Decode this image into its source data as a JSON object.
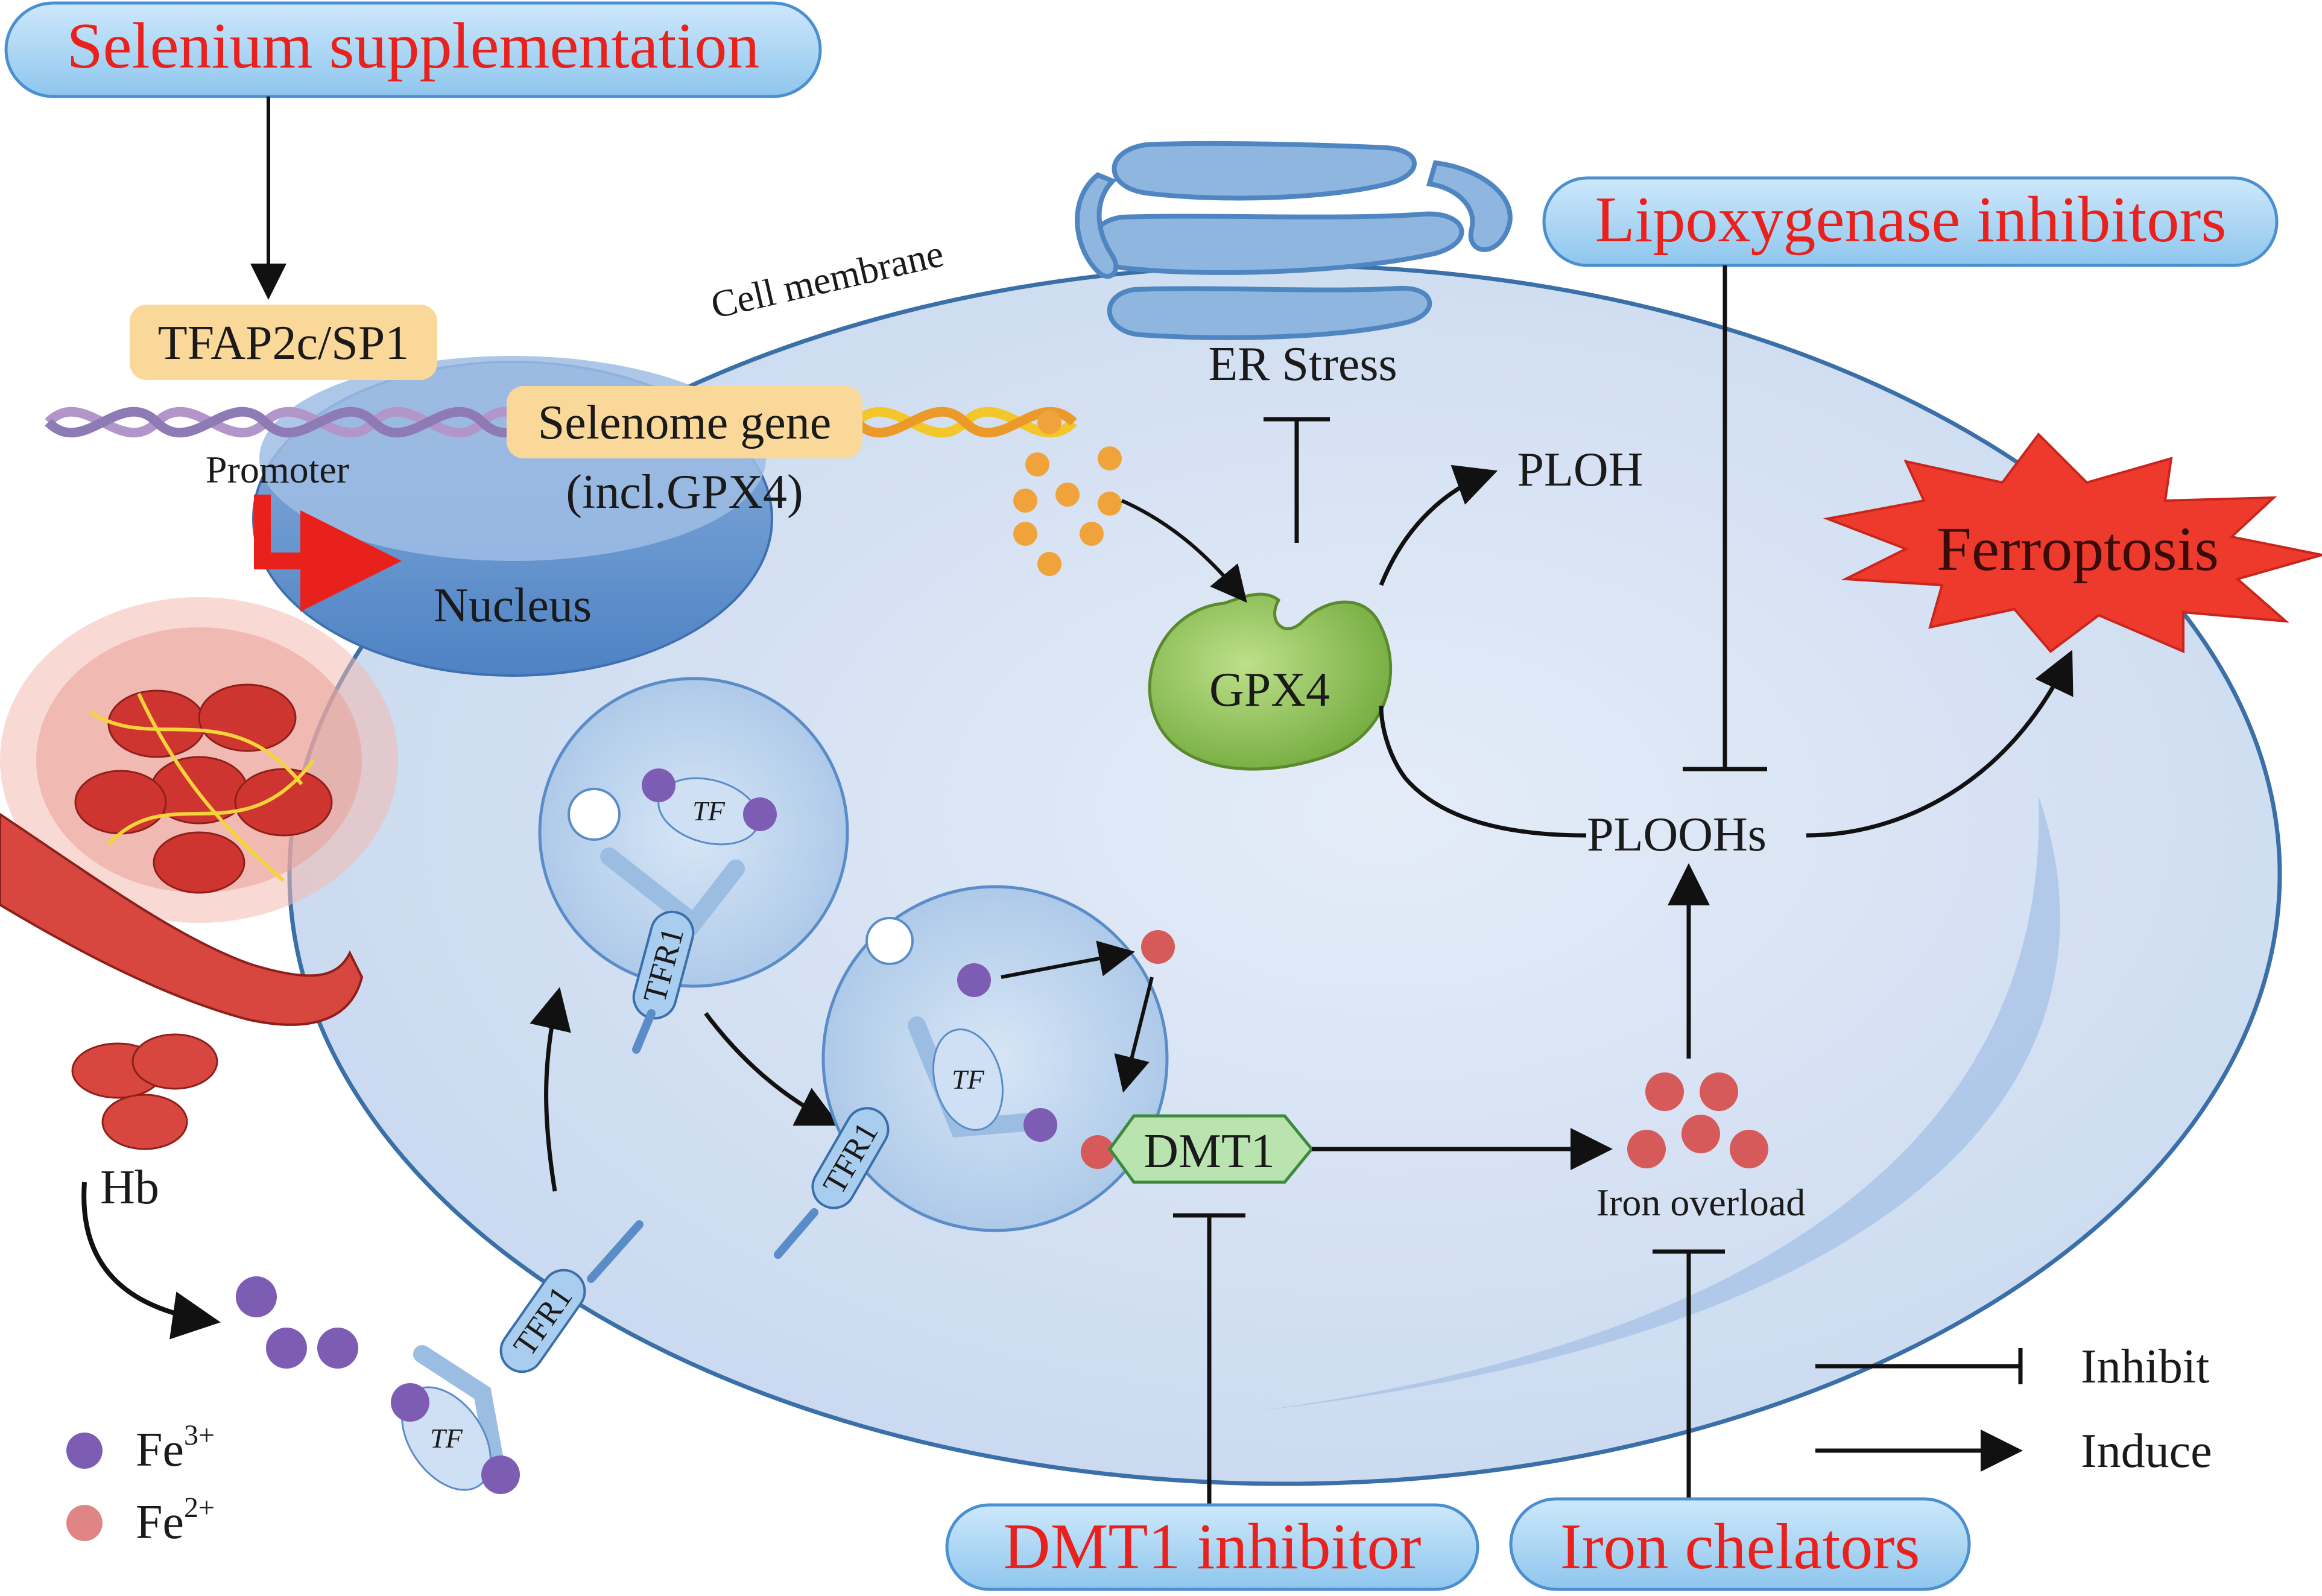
{
  "diagram": {
    "treatments": {
      "selenium": "Selenium supplementation",
      "lipoxygenase": "Lipoxygenase inhibitors",
      "dmt1_inhibitor": "DMT1 inhibitor",
      "iron_chelators": "Iron chelators"
    },
    "labels": {
      "cell_membrane": "Cell membrane",
      "tfap2c": "TFAP2c/SP1",
      "selenome_gene": "Selenome gene",
      "incl_gpx4": "(incl.GPX4)",
      "promoter": "Promoter",
      "nucleus": "Nucleus",
      "er_stress": "ER Stress",
      "ploh": "PLOH",
      "gpx4": "GPX4",
      "ferroptosis": "Ferroptosis",
      "ploohs": "PLOOHs",
      "iron_overload": "Iron overload",
      "dmt1": "DMT1",
      "hb": "Hb",
      "tf": "TF",
      "tfr1": "TFR1"
    },
    "legend": {
      "fe3_base": "Fe",
      "fe3_sup": "3+",
      "fe2_base": "Fe",
      "fe2_sup": "2+",
      "inhibit": "Inhibit",
      "induce": "Induce"
    },
    "colors": {
      "treatment_text": "#e8211c",
      "pill_fill": "#a8d4f2",
      "cell_fill": "#d6e3f3",
      "cell_stroke": "#3a6fa8",
      "fe3": "#7d5cb3",
      "fe2": "#d65a5a",
      "gpx4": "#8cc152",
      "ferroptosis_burst": "#ee3a2c",
      "gene_label_fill": "#fad89a"
    }
  }
}
